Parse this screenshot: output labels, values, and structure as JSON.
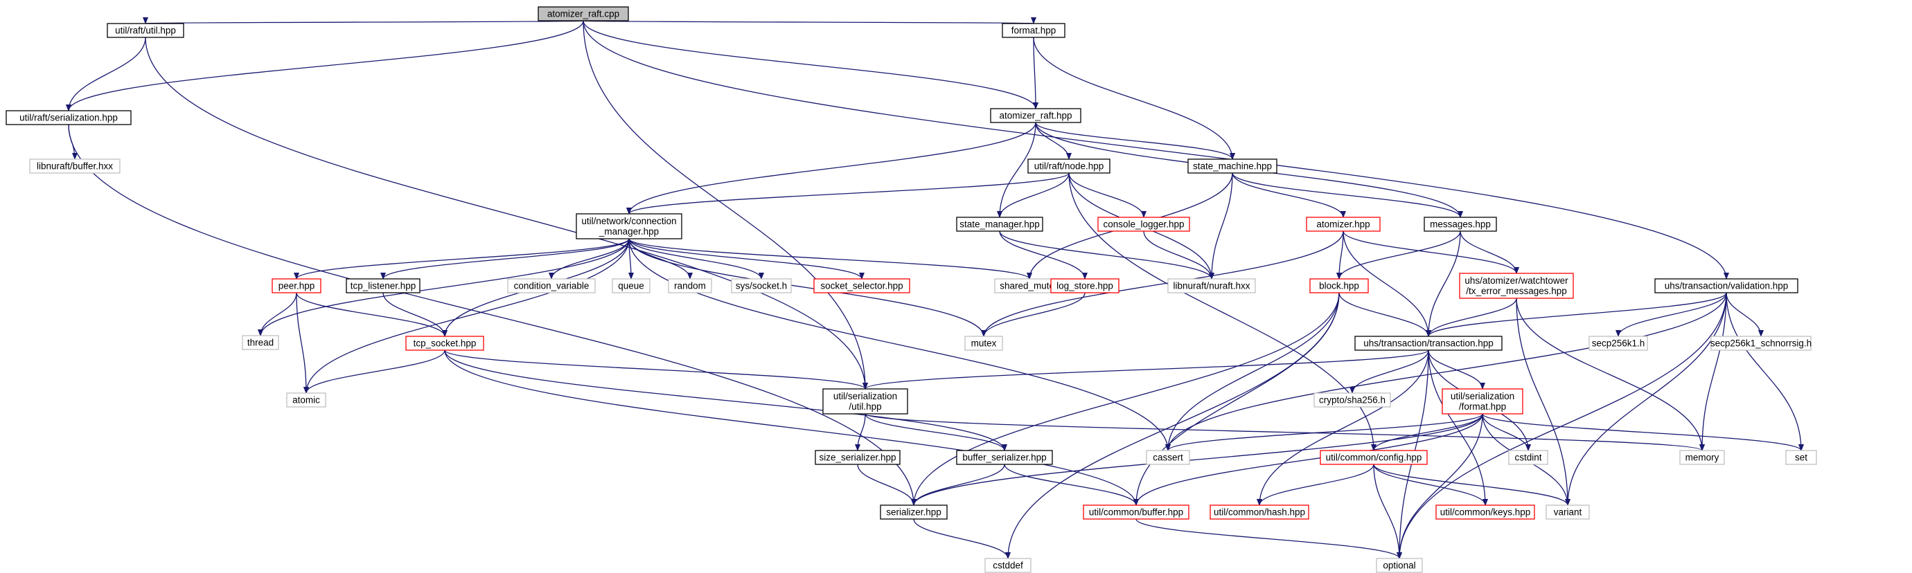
{
  "graph": {
    "colors": {
      "edge": "#191970",
      "box_default": "#000000",
      "box_partial": "#ff0000",
      "box_external": "#bfbfbf",
      "root_fill": "#bfbfbf"
    },
    "nodes": [
      {
        "id": "root",
        "lines": [
          "atomizer_raft.cpp"
        ],
        "style": "root"
      },
      {
        "id": "util_raft_util",
        "lines": [
          "util/raft/util.hpp"
        ],
        "style": "default"
      },
      {
        "id": "format",
        "lines": [
          "format.hpp"
        ],
        "style": "default"
      },
      {
        "id": "util_raft_ser",
        "lines": [
          "util/raft/serialization.hpp"
        ],
        "style": "default"
      },
      {
        "id": "libnuraft_buffer",
        "lines": [
          "libnuraft/buffer.hxx"
        ],
        "style": "external"
      },
      {
        "id": "atomizer_raft_hpp",
        "lines": [
          "atomizer_raft.hpp"
        ],
        "style": "default"
      },
      {
        "id": "util_raft_node",
        "lines": [
          "util/raft/node.hpp"
        ],
        "style": "default"
      },
      {
        "id": "state_machine",
        "lines": [
          "state_machine.hpp"
        ],
        "style": "default"
      },
      {
        "id": "conn_mgr",
        "lines": [
          "util/network/connection",
          "_manager.hpp"
        ],
        "style": "default"
      },
      {
        "id": "state_manager",
        "lines": [
          "state_manager.hpp"
        ],
        "style": "default"
      },
      {
        "id": "console_logger",
        "lines": [
          "console_logger.hpp"
        ],
        "style": "partial"
      },
      {
        "id": "atomizer_hpp",
        "lines": [
          "atomizer.hpp"
        ],
        "style": "partial"
      },
      {
        "id": "messages",
        "lines": [
          "messages.hpp"
        ],
        "style": "default"
      },
      {
        "id": "peer",
        "lines": [
          "peer.hpp"
        ],
        "style": "partial"
      },
      {
        "id": "tcp_listener",
        "lines": [
          "tcp_listener.hpp"
        ],
        "style": "default"
      },
      {
        "id": "condition_variable",
        "lines": [
          "condition_variable"
        ],
        "style": "external"
      },
      {
        "id": "queue",
        "lines": [
          "queue"
        ],
        "style": "external"
      },
      {
        "id": "random",
        "lines": [
          "random"
        ],
        "style": "external"
      },
      {
        "id": "sys_socket",
        "lines": [
          "sys/socket.h"
        ],
        "style": "external"
      },
      {
        "id": "socket_selector",
        "lines": [
          "socket_selector.hpp"
        ],
        "style": "partial"
      },
      {
        "id": "shared_mutex",
        "lines": [
          "shared_mutex"
        ],
        "style": "external"
      },
      {
        "id": "log_store",
        "lines": [
          "log_store.hpp"
        ],
        "style": "partial"
      },
      {
        "id": "libnuraft_nuraft",
        "lines": [
          "libnuraft/nuraft.hxx"
        ],
        "style": "external"
      },
      {
        "id": "block",
        "lines": [
          "block.hpp"
        ],
        "style": "partial"
      },
      {
        "id": "tx_error_messages",
        "lines": [
          "uhs/atomizer/watchtower",
          "/tx_error_messages.hpp"
        ],
        "style": "partial"
      },
      {
        "id": "validation",
        "lines": [
          "uhs/transaction/validation.hpp"
        ],
        "style": "default"
      },
      {
        "id": "thread",
        "lines": [
          "thread"
        ],
        "style": "external"
      },
      {
        "id": "tcp_socket",
        "lines": [
          "tcp_socket.hpp"
        ],
        "style": "partial"
      },
      {
        "id": "mutex",
        "lines": [
          "mutex"
        ],
        "style": "external"
      },
      {
        "id": "transaction",
        "lines": [
          "uhs/transaction/transaction.hpp"
        ],
        "style": "default"
      },
      {
        "id": "secp256k1",
        "lines": [
          "secp256k1.h"
        ],
        "style": "external"
      },
      {
        "id": "secp256k1_schnorrsig",
        "lines": [
          "secp256k1_schnorrsig.h"
        ],
        "style": "external"
      },
      {
        "id": "atomic",
        "lines": [
          "atomic"
        ],
        "style": "external"
      },
      {
        "id": "util_ser_util",
        "lines": [
          "util/serialization",
          "/util.hpp"
        ],
        "style": "default"
      },
      {
        "id": "crypto_sha256",
        "lines": [
          "crypto/sha256.h"
        ],
        "style": "external"
      },
      {
        "id": "util_ser_format",
        "lines": [
          "util/serialization",
          "/format.hpp"
        ],
        "style": "partial"
      },
      {
        "id": "cassert",
        "lines": [
          "cassert"
        ],
        "style": "external"
      },
      {
        "id": "cstdint",
        "lines": [
          "cstdint"
        ],
        "style": "external"
      },
      {
        "id": "memory",
        "lines": [
          "memory"
        ],
        "style": "external"
      },
      {
        "id": "set",
        "lines": [
          "set"
        ],
        "style": "external"
      },
      {
        "id": "size_serializer",
        "lines": [
          "size_serializer.hpp"
        ],
        "style": "default"
      },
      {
        "id": "buffer_serializer",
        "lines": [
          "buffer_serializer.hpp"
        ],
        "style": "default"
      },
      {
        "id": "util_common_config",
        "lines": [
          "util/common/config.hpp"
        ],
        "style": "partial"
      },
      {
        "id": "serializer",
        "lines": [
          "serializer.hpp"
        ],
        "style": "default"
      },
      {
        "id": "util_common_buffer",
        "lines": [
          "util/common/buffer.hpp"
        ],
        "style": "partial"
      },
      {
        "id": "util_common_hash",
        "lines": [
          "util/common/hash.hpp"
        ],
        "style": "partial"
      },
      {
        "id": "util_common_keys",
        "lines": [
          "util/common/keys.hpp"
        ],
        "style": "partial"
      },
      {
        "id": "variant",
        "lines": [
          "variant"
        ],
        "style": "external"
      },
      {
        "id": "cstddef",
        "lines": [
          "cstddef"
        ],
        "style": "external"
      },
      {
        "id": "optional",
        "lines": [
          "optional"
        ],
        "style": "external"
      }
    ],
    "edges": [
      [
        "root",
        "util_raft_util"
      ],
      [
        "root",
        "format"
      ],
      [
        "root",
        "util_raft_ser"
      ],
      [
        "root",
        "atomizer_raft_hpp"
      ],
      [
        "root",
        "validation"
      ],
      [
        "root",
        "util_ser_util"
      ],
      [
        "util_raft_util",
        "util_raft_ser"
      ],
      [
        "util_raft_util",
        "util_ser_util"
      ],
      [
        "util_raft_ser",
        "libnuraft_buffer"
      ],
      [
        "util_raft_ser",
        "serializer"
      ],
      [
        "format",
        "atomizer_raft_hpp"
      ],
      [
        "format",
        "state_machine"
      ],
      [
        "atomizer_raft_hpp",
        "util_raft_node"
      ],
      [
        "atomizer_raft_hpp",
        "state_machine"
      ],
      [
        "atomizer_raft_hpp",
        "conn_mgr"
      ],
      [
        "atomizer_raft_hpp",
        "state_manager"
      ],
      [
        "atomizer_raft_hpp",
        "messages"
      ],
      [
        "util_raft_node",
        "conn_mgr"
      ],
      [
        "util_raft_node",
        "state_manager"
      ],
      [
        "util_raft_node",
        "console_logger"
      ],
      [
        "util_raft_node",
        "libnuraft_nuraft"
      ],
      [
        "util_raft_node",
        "util_common_config"
      ],
      [
        "state_machine",
        "atomizer_hpp"
      ],
      [
        "state_machine",
        "messages"
      ],
      [
        "state_machine",
        "shared_mutex"
      ],
      [
        "state_machine",
        "libnuraft_nuraft"
      ],
      [
        "state_manager",
        "log_store"
      ],
      [
        "state_manager",
        "libnuraft_nuraft"
      ],
      [
        "console_logger",
        "libnuraft_nuraft"
      ],
      [
        "conn_mgr",
        "peer"
      ],
      [
        "conn_mgr",
        "tcp_listener"
      ],
      [
        "conn_mgr",
        "condition_variable"
      ],
      [
        "conn_mgr",
        "queue"
      ],
      [
        "conn_mgr",
        "random"
      ],
      [
        "conn_mgr",
        "sys_socket"
      ],
      [
        "conn_mgr",
        "socket_selector"
      ],
      [
        "conn_mgr",
        "shared_mutex"
      ],
      [
        "conn_mgr",
        "thread"
      ],
      [
        "conn_mgr",
        "tcp_socket"
      ],
      [
        "conn_mgr",
        "mutex"
      ],
      [
        "conn_mgr",
        "atomic"
      ],
      [
        "conn_mgr",
        "cassert"
      ],
      [
        "peer",
        "thread"
      ],
      [
        "peer",
        "tcp_socket"
      ],
      [
        "peer",
        "atomic"
      ],
      [
        "tcp_listener",
        "tcp_socket"
      ],
      [
        "tcp_socket",
        "atomic"
      ],
      [
        "tcp_socket",
        "util_ser_util"
      ],
      [
        "tcp_socket",
        "buffer_serializer"
      ],
      [
        "tcp_socket",
        "util_common_buffer"
      ],
      [
        "log_store",
        "mutex"
      ],
      [
        "atomizer_hpp",
        "block"
      ],
      [
        "atomizer_hpp",
        "tx_error_messages"
      ],
      [
        "atomizer_hpp",
        "transaction"
      ],
      [
        "atomizer_hpp",
        "mutex"
      ],
      [
        "messages",
        "block"
      ],
      [
        "messages",
        "tx_error_messages"
      ],
      [
        "messages",
        "transaction"
      ],
      [
        "block",
        "transaction"
      ],
      [
        "block",
        "serializer"
      ],
      [
        "block",
        "util_common_buffer"
      ],
      [
        "block",
        "cassert"
      ],
      [
        "block",
        "cstddef"
      ],
      [
        "tx_error_messages",
        "transaction"
      ],
      [
        "tx_error_messages",
        "variant"
      ],
      [
        "tx_error_messages",
        "memory"
      ],
      [
        "validation",
        "transaction"
      ],
      [
        "validation",
        "secp256k1"
      ],
      [
        "validation",
        "secp256k1_schnorrsig"
      ],
      [
        "validation",
        "cassert"
      ],
      [
        "validation",
        "memory"
      ],
      [
        "validation",
        "set"
      ],
      [
        "validation",
        "variant"
      ],
      [
        "validation",
        "optional"
      ],
      [
        "transaction",
        "util_ser_util"
      ],
      [
        "transaction",
        "crypto_sha256"
      ],
      [
        "transaction",
        "util_ser_format"
      ],
      [
        "transaction",
        "cstdint"
      ],
      [
        "transaction",
        "util_common_hash"
      ],
      [
        "transaction",
        "util_common_keys"
      ],
      [
        "transaction",
        "optional"
      ],
      [
        "util_ser_util",
        "size_serializer"
      ],
      [
        "util_ser_util",
        "buffer_serializer"
      ],
      [
        "util_ser_util",
        "memory"
      ],
      [
        "util_ser_format",
        "cassert"
      ],
      [
        "util_ser_format",
        "cstdint"
      ],
      [
        "util_ser_format",
        "set"
      ],
      [
        "util_ser_format",
        "variant"
      ],
      [
        "util_ser_format",
        "util_common_config"
      ],
      [
        "util_ser_format",
        "optional"
      ],
      [
        "util_ser_format",
        "serializer"
      ],
      [
        "util_ser_format",
        "util_common_buffer"
      ],
      [
        "size_serializer",
        "serializer"
      ],
      [
        "buffer_serializer",
        "serializer"
      ],
      [
        "buffer_serializer",
        "util_common_buffer"
      ],
      [
        "util_common_config",
        "util_common_hash"
      ],
      [
        "util_common_config",
        "util_common_keys"
      ],
      [
        "util_common_config",
        "optional"
      ],
      [
        "util_common_config",
        "variant"
      ],
      [
        "serializer",
        "cstddef"
      ],
      [
        "util_common_buffer",
        "optional"
      ]
    ]
  }
}
